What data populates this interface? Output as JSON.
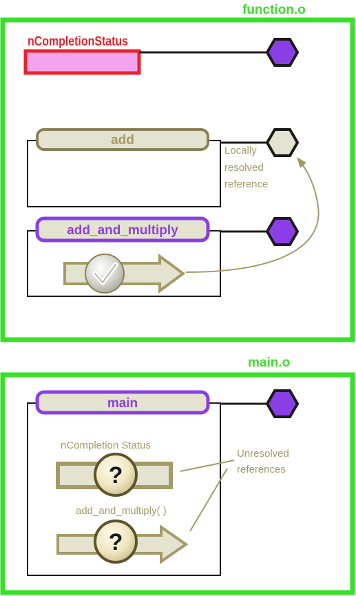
{
  "function_o": {
    "title": "function.o",
    "variable": {
      "label": "nCompletionStatus"
    },
    "functions": [
      {
        "label": "add"
      },
      {
        "label": "add_and_multiply"
      }
    ],
    "annotation": [
      "Locally",
      "resolved",
      "reference"
    ]
  },
  "main_o": {
    "title": "main.o",
    "function": {
      "label": "main"
    },
    "refs": [
      {
        "label": "nCompletion Status"
      },
      {
        "label": "add_and_multiply( )"
      }
    ],
    "annotation": [
      "Unresolved",
      "references"
    ],
    "unresolved_symbol": "?"
  },
  "colors": {
    "module_border": "#3adf2a",
    "symbol_purple": "#8a3ee6",
    "variable_fill": "#f4a3ee",
    "variable_border": "#e8232b",
    "variable_label": "#e8232b",
    "label_tan": "#a39a66",
    "box_fill": "#e4e3cf",
    "box_border": "#8a8056"
  }
}
